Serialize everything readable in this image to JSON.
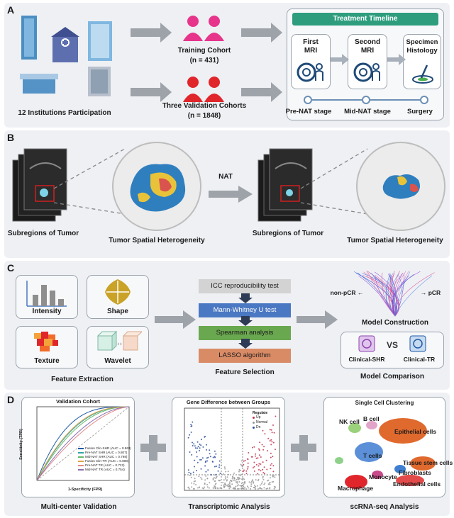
{
  "panelA": {
    "label": "A",
    "institutions": "12 Institutions Participation",
    "training_cohort": "Training Cohort",
    "training_n": "(n = 431)",
    "validation_cohorts": "Three Validation Cohorts",
    "validation_n": "(n = 1848)",
    "timeline_title": "Treatment Timeline",
    "first_mri": "First\nMRI",
    "second_mri": "Second\nMRI",
    "specimen": "Specimen\nHistology",
    "stage_pre": "Pre-NAT stage",
    "stage_mid": "Mid-NAT stage",
    "stage_surgery": "Surgery",
    "colors": {
      "people_training": "#e6358b",
      "people_validation": "#e0262b",
      "timeline_bar": "#2e9d7e"
    }
  },
  "panelB": {
    "label": "B",
    "subregions_left": "Subregions of Tumor",
    "spatial_left": "Tumor Spatial Heterogeneity",
    "nat": "NAT",
    "subregions_right": "Subregions of Tumor",
    "spatial_right": "Tumor Spatial Heterogeneity"
  },
  "panelC": {
    "label": "C",
    "intensity": "Intensity",
    "shape": "Shape",
    "texture": "Texture",
    "wavelet": "Wavelet",
    "feature_extraction": "Feature Extraction",
    "steps": [
      {
        "label": "ICC reproducibility test",
        "color": "#d3d3d3"
      },
      {
        "label": "Mann-Whitney U test",
        "color": "#4a78c2"
      },
      {
        "label": "Spearman analysis",
        "color": "#6aa84f"
      },
      {
        "label": "LASSO algorithm",
        "color": "#d98b66"
      }
    ],
    "feature_selection": "Feature Selection",
    "non_pcr": "non-pCR",
    "pcr": "pCR",
    "model_construction": "Model Construction",
    "clinical_shr": "Clinical-SHR",
    "vs": "VS",
    "clinical_tr": "Clinical-TR",
    "model_comparison": "Model Comparison"
  },
  "panelD": {
    "label": "D",
    "roc_title": "Validation Cohort",
    "roc_xlabel": "1-Specificity (FPR)",
    "roc_ylabel": "Sensitivity (TPR)",
    "roc_legend": [
      {
        "name": "Fusion Clin-SHR (AUC = 0.863)",
        "color": "#1f5aa6"
      },
      {
        "name": "Pre-NAT SHR (AUC = 0.807)",
        "color": "#2ca6a4"
      },
      {
        "name": "Mid-NAT SHR (AUC = 0.798)",
        "color": "#66b86a"
      },
      {
        "name": "Fusion Clin-TR (AUC = 0.808)",
        "color": "#e0a34a"
      },
      {
        "name": "Pre-NAT TR (AUC = 0.722)",
        "color": "#e38a8a"
      },
      {
        "name": "Mid-NAT TR (AUC = 0.754)",
        "color": "#8a6fb0"
      }
    ],
    "volcano_title": "Gene Difference between Groups",
    "volcano_legend_title": "Regulate",
    "volcano_legend": [
      {
        "name": "Up",
        "color": "#c0304a"
      },
      {
        "name": "Normal",
        "color": "#999999"
      },
      {
        "name": "Dn",
        "color": "#2b4f9e"
      }
    ],
    "umap_title": "Single Cell Clustering",
    "cells": [
      {
        "label": "NK cell"
      },
      {
        "label": "B cell"
      },
      {
        "label": "Epithelial cells"
      },
      {
        "label": "T cells"
      },
      {
        "label": "Tissue stem cells"
      },
      {
        "label": "Fibroblasts"
      },
      {
        "label": "Monocyte"
      },
      {
        "label": "Endothelial cells"
      },
      {
        "label": "Macrophage"
      }
    ],
    "caption_validation": "Multi-center Validation",
    "caption_transcriptomic": "Transcriptomic Analysis",
    "caption_scrna": "scRNA-seq Analysis"
  }
}
